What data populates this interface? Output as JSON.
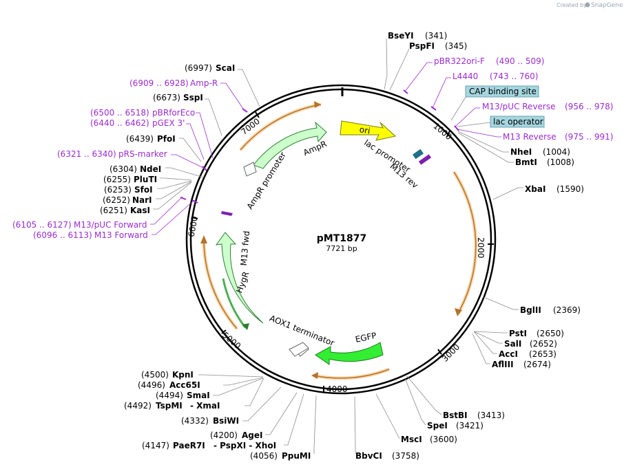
{
  "plasmid": {
    "name": "pMT1877",
    "size": "7721 bp"
  },
  "credit": {
    "prefix": "Created by",
    "brand": "SnapGene"
  },
  "ticks": [
    "1000",
    "2000",
    "3000",
    "4000",
    "5000",
    "6000",
    "7000"
  ],
  "sites_right": [
    {
      "name": "BseYI",
      "pos": "(341)"
    },
    {
      "name": "PspFI",
      "pos": "(345)"
    },
    {
      "name": "NheI",
      "pos": "(1004)"
    },
    {
      "name": "BmtI",
      "pos": "(1008)"
    },
    {
      "name": "XbaI",
      "pos": "(1590)"
    },
    {
      "name": "BglII",
      "pos": "(2369)"
    },
    {
      "name": "PstI",
      "pos": "(2650)"
    },
    {
      "name": "SalI",
      "pos": "(2652)"
    },
    {
      "name": "AccI",
      "pos": "(2653)"
    },
    {
      "name": "AflIII",
      "pos": "(2674)"
    },
    {
      "name": "BstBI",
      "pos": "(3413)"
    },
    {
      "name": "SpeI",
      "pos": "(3421)"
    },
    {
      "name": "MscI",
      "pos": "(3600)"
    },
    {
      "name": "BbvCI",
      "pos": "(3758)"
    }
  ],
  "sites_left": [
    {
      "name": "ScaI",
      "pos": "(6997)"
    },
    {
      "name": "SspI",
      "pos": "(6673)"
    },
    {
      "name": "PfoI",
      "pos": "(6439)"
    },
    {
      "name": "NdeI",
      "pos": "(6304)"
    },
    {
      "name": "PluTI",
      "pos": "(6255)"
    },
    {
      "name": "SfoI",
      "pos": "(6253)"
    },
    {
      "name": "NarI",
      "pos": "(6252)"
    },
    {
      "name": "KasI",
      "pos": "(6251)"
    },
    {
      "name": "KpnI",
      "pos": "(4500)"
    },
    {
      "name": "Acc65I",
      "pos": "(4496)"
    },
    {
      "name": "SmaI",
      "pos": "(4494)"
    },
    {
      "name": "TspMI",
      "pos": "(4492)",
      "extra": "- XmaI"
    },
    {
      "name": "BsiWI",
      "pos": "(4332)"
    },
    {
      "name": "AgeI",
      "pos": "(4200)"
    },
    {
      "name": "PaeR7I",
      "pos": "(4147)",
      "extra": "- PspXI - XhoI"
    },
    {
      "name": "PpuMI",
      "pos": "(4056)"
    }
  ],
  "primers": [
    {
      "name": "pBR322ori-F",
      "range": "(490 .. 509)"
    },
    {
      "name": "L4440",
      "range": "(743 .. 760)"
    },
    {
      "name": "M13/pUC Reverse",
      "range": "(956 .. 978)"
    },
    {
      "name": "M13 Reverse",
      "range": "(975 .. 991)"
    },
    {
      "name": "Amp-R",
      "range": "(6909 .. 6928)"
    },
    {
      "name": "pBRforEco",
      "range": "(6500 .. 6518)"
    },
    {
      "name": "pGEX 3'",
      "range": "(6440 .. 6462)"
    },
    {
      "name": "pRS-marker",
      "range": "(6321 .. 6340)"
    },
    {
      "name": "M13/pUC Forward",
      "range": "(6105 .. 6127)"
    },
    {
      "name": "M13 Forward",
      "range": "(6096 .. 6113)"
    }
  ],
  "boxed_features": [
    "CAP binding site",
    "lac operator"
  ],
  "inner_features": {
    "ori": "ori",
    "lac_promoter": "lac promoter",
    "m13_rev": "M13 rev",
    "ampr": "AmpR",
    "ampr_promoter": "AmpR promoter",
    "m13_fwd": "M13 fwd",
    "hygr": "HygR",
    "aox1": "AOX1 terminator",
    "egfp": "EGFP"
  },
  "colors": {
    "primer": "#9a2bcf",
    "ori": "#ffff00",
    "ampr": "#ccffcc",
    "hygr": "#ccffcc",
    "egfp": "#33ee33",
    "orf": "#f4a340",
    "boxed": "#a5d6e0"
  }
}
